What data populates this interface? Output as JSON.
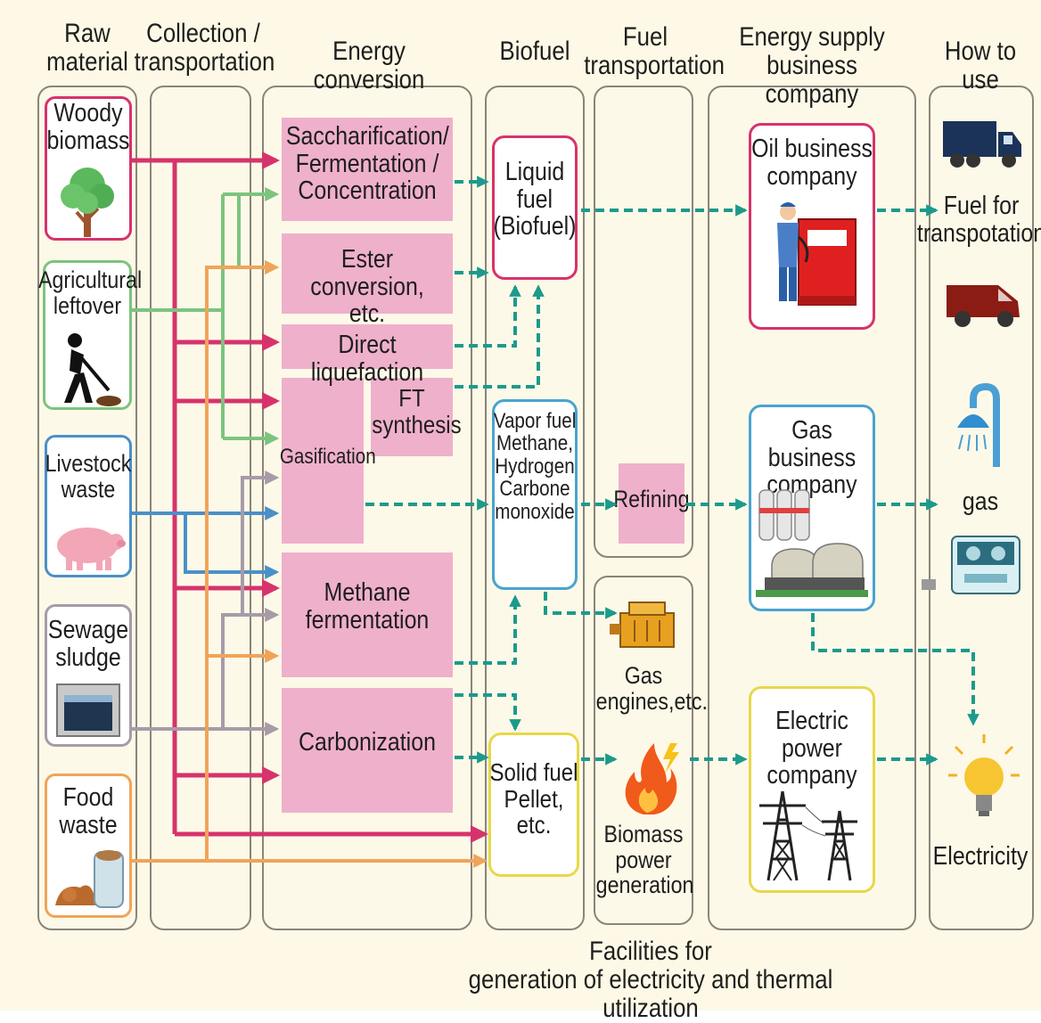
{
  "headers": {
    "raw_material": "Raw\nmaterial",
    "collection": "Collection /\ntransportation",
    "energy_conversion": "Energy conversion",
    "biofuel": "Biofuel",
    "fuel_transport": "Fuel\ntransportation",
    "energy_supply": "Energy supply\nbusiness company",
    "how_to_use": "How to use"
  },
  "raw_materials": {
    "woody": "Woody\nbiomass",
    "agricultural": "Agricultural\nleftover",
    "livestock": "Livestock\nwaste",
    "sewage": "Sewage\nsludge",
    "food": "Food\nwaste"
  },
  "processes": {
    "saccharification": "Saccharification/\nFermentation /\nConcentration",
    "ester": "Ester conversion,\netc.",
    "direct_liquefaction": "Direct liquefaction",
    "gasification": "Gasification",
    "ft_synthesis": "FT\nsynthesis",
    "methane_fermentation": "Methane\nfermentation",
    "carbonization": "Carbonization"
  },
  "biofuels": {
    "liquid": "Liquid\nfuel\n(Biofuel)",
    "vapor": "Vapor fuel\nMethane,\nHydrogen\nCarbone\nmonoxide",
    "solid": "Solid fuel\nPellet,\netc."
  },
  "fuel_transport": {
    "refining": "Refining",
    "gas_engines": "Gas\nengines,etc.",
    "biomass_power": "Biomass\npower\ngeneration"
  },
  "companies": {
    "oil": "Oil business\ncompany",
    "gas": "Gas business\ncompany",
    "electric": "Electric power\ncompany"
  },
  "uses": {
    "fuel": "Fuel for\ntranspotation",
    "gas": "gas",
    "electricity": "Electricity"
  },
  "footer": "Facilities for\ngeneration of electricity and thermal utilization",
  "colors": {
    "woody": "#d6336c",
    "agricultural": "#7cc47f",
    "livestock": "#4a90c8",
    "sewage": "#a79ba8",
    "food": "#f0a45a",
    "flow": "#1c9a8c",
    "process_fill": "#efb0cb",
    "electric": "#e7d84a"
  },
  "icons": {
    "woody": "tree-icon",
    "agricultural": "farmer-shoveling-icon",
    "livestock": "pig-icon",
    "sewage": "sewage-tank-icon",
    "food": "food-waste-icon",
    "oil": "gas-station-attendant-icon",
    "gas": "gas-tanks-plant-icon",
    "electric": "power-tower-icon",
    "gas_engine": "engine-icon",
    "biomass_power": "fire-icon",
    "truck": "truck-icon",
    "van": "van-icon",
    "shower": "shower-icon",
    "stove": "gas-stove-icon",
    "bulb": "light-bulb-icon"
  }
}
